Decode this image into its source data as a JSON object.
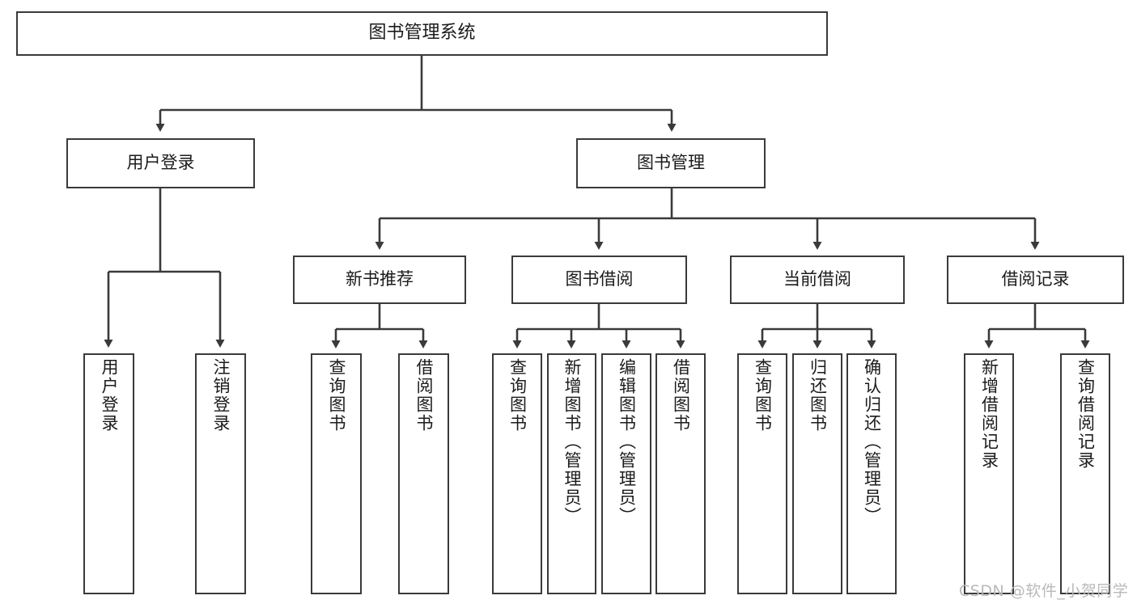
{
  "diagram": {
    "title": "图书管理系统",
    "type": "tree-hierarchy",
    "root": {
      "label": "图书管理系统"
    },
    "level2": [
      {
        "label": "用户登录"
      },
      {
        "label": "图书管理"
      }
    ],
    "level3": [
      {
        "label": "新书推荐"
      },
      {
        "label": "图书借阅"
      },
      {
        "label": "当前借阅"
      },
      {
        "label": "借阅记录"
      }
    ],
    "leaves": {
      "user_login": [
        {
          "label": "用户登录"
        },
        {
          "label": "注销登录"
        }
      ],
      "new_book_recommend": [
        {
          "label": "查询图书"
        },
        {
          "label": "借阅图书"
        }
      ],
      "book_borrow": [
        {
          "label": "查询图书"
        },
        {
          "label": "新增图书（管理员）"
        },
        {
          "label": "编辑图书（管理员）"
        },
        {
          "label": "借阅图书"
        }
      ],
      "current_borrow": [
        {
          "label": "查询图书"
        },
        {
          "label": "归还图书"
        },
        {
          "label": "确认归还（管理员）"
        }
      ],
      "borrow_record": [
        {
          "label": "新增借阅记录"
        },
        {
          "label": "查询借阅记录"
        }
      ]
    }
  },
  "watermark": {
    "text": "CSDN @软件_小贺同学"
  },
  "colors": {
    "border": "#3a3a3a",
    "text": "#1b1b1b",
    "background": "#ffffff",
    "watermark": "#b9b9b9"
  }
}
